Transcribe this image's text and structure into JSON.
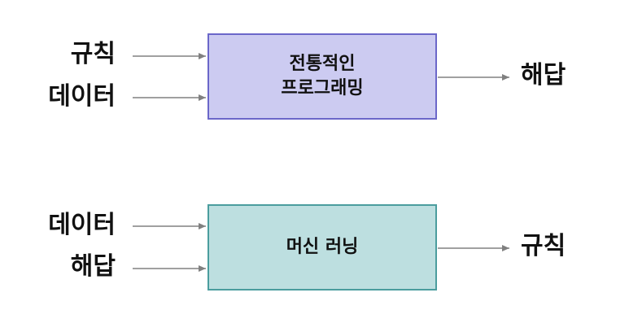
{
  "traditional": {
    "inputs": [
      "규칙",
      "데이터"
    ],
    "box_line1": "전통적인",
    "box_line2": "프로그래밍",
    "output": "해답"
  },
  "ml": {
    "inputs": [
      "데이터",
      "해답"
    ],
    "box_label": "머신 러닝",
    "output": "규칙"
  },
  "colors": {
    "traditional_fill": "#cccbf1",
    "traditional_border": "#6b67c9",
    "ml_fill": "#bddfe0",
    "ml_border": "#4b9d9e",
    "arrow": "#808080"
  }
}
